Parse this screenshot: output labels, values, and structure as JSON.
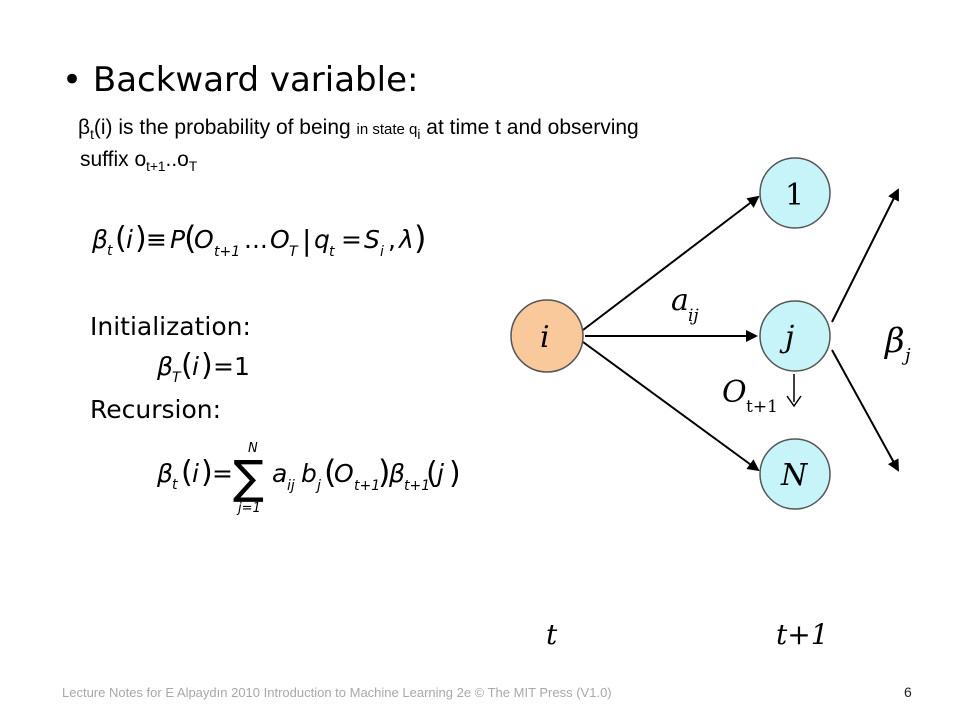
{
  "slide": {
    "bullet_symbol": "•",
    "title": "Backward variable:",
    "desc": {
      "beta": "β",
      "t": "t",
      "a1": "(i) is the probability of being ",
      "a2": "in state q",
      "i": "i",
      "a3": " at time t and observing",
      "b1": "suffix o",
      "tp1": "t+1",
      "dots": "..o",
      "T": "T"
    },
    "eq1": {
      "beta": "β",
      "t": "t",
      "i": "i",
      "defeq": "≡",
      "P": "P",
      "O": "O",
      "tp1": "t+1",
      "ellipsis": "...",
      "O2": "O",
      "T": "T",
      "bar": "|",
      "q": "q",
      "t2": "t",
      "eq": "=",
      "S": "S",
      "i2": "i",
      "comma": ",",
      "lambda": "λ"
    },
    "init": {
      "label": "Initialization:",
      "beta": "β",
      "T": "T",
      "i": "i",
      "eq": "=",
      "one": "1"
    },
    "rec": {
      "label": "Recursion:",
      "beta": "β",
      "t": "t",
      "i": "i",
      "eq": "=",
      "sigma": "∑",
      "N": "N",
      "lower": "j=1",
      "a": "a",
      "ij": "ij",
      "b": "b",
      "j": "j",
      "O": "O",
      "tp1": "t+1",
      "beta2": "β",
      "tp1b": "t+1",
      "j2": "j"
    }
  },
  "diagram": {
    "node_i": "i",
    "node_1": "1",
    "node_j": "j",
    "node_N": "N",
    "a_label": "a",
    "a_sub": "ij",
    "O_label": "O",
    "O_sub": "t+1",
    "beta_label": "β",
    "beta_sub": "j",
    "time_t": "t",
    "time_t1": "t+1",
    "colors": {
      "node_i_fill": "#f9c89b",
      "node_state_fill": "#c6f4f8",
      "stroke": "#000000"
    }
  },
  "footer": {
    "text": "Lecture Notes for E Alpaydın 2010 Introduction to Machine Learning 2e © The MIT Press (V1.0)",
    "page": "6"
  }
}
